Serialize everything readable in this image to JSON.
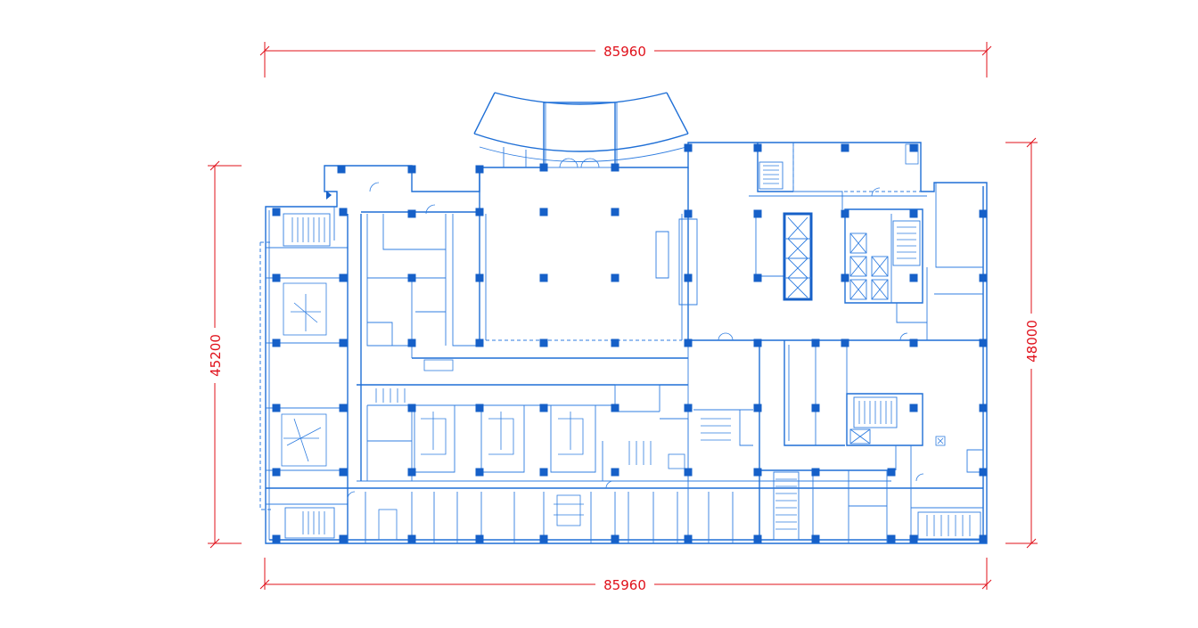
{
  "drawing": {
    "dimensions": {
      "top_width": "85960",
      "bottom_width": "85960",
      "left_height": "45200",
      "right_height": "48000"
    },
    "colors": {
      "dimension": "#e0101a",
      "walls": "#1f6fd6",
      "columns": "#1660c8",
      "background": "#ffffff"
    }
  }
}
